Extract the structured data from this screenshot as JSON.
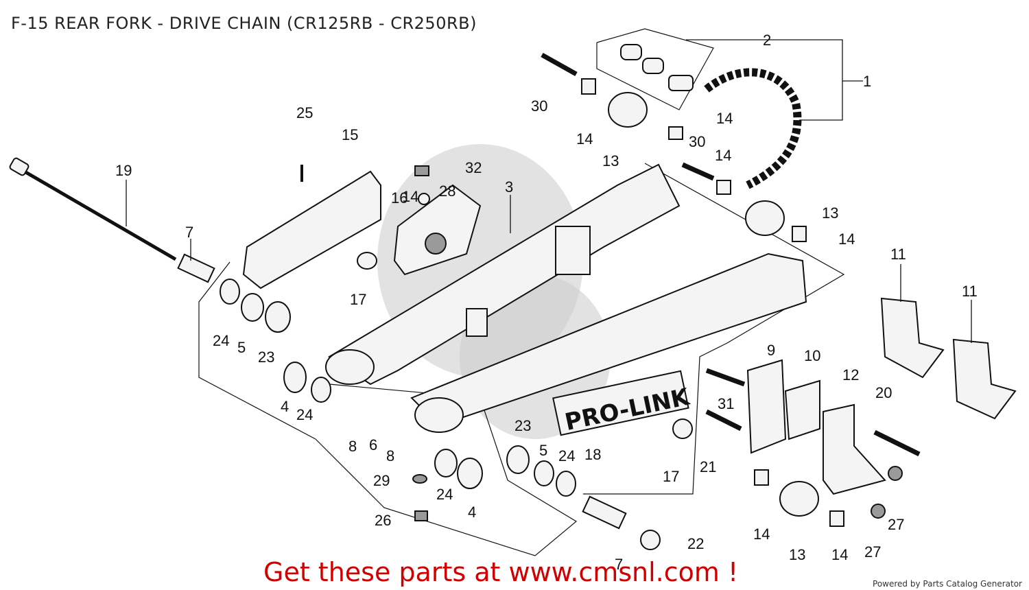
{
  "title": "F-15 REAR FORK - DRIVE CHAIN (CR125RB - CR250RB)",
  "cta": "Get these parts at www.cmsnl.com !",
  "footer": "Powered by Parts Catalog Generator",
  "emblem_text": "PRO-LINK",
  "callouts": [
    "1",
    "2",
    "3",
    "4",
    "4",
    "5",
    "5",
    "6",
    "7",
    "7",
    "8",
    "8",
    "9",
    "10",
    "11",
    "11",
    "12",
    "13",
    "13",
    "13",
    "14",
    "14",
    "14",
    "14",
    "14",
    "14",
    "14",
    "15",
    "16",
    "17",
    "17",
    "18",
    "19",
    "20",
    "21",
    "22",
    "23",
    "23",
    "24",
    "24",
    "24",
    "24",
    "25",
    "26",
    "27",
    "27",
    "28",
    "29",
    "30",
    "30",
    "31",
    "32"
  ]
}
